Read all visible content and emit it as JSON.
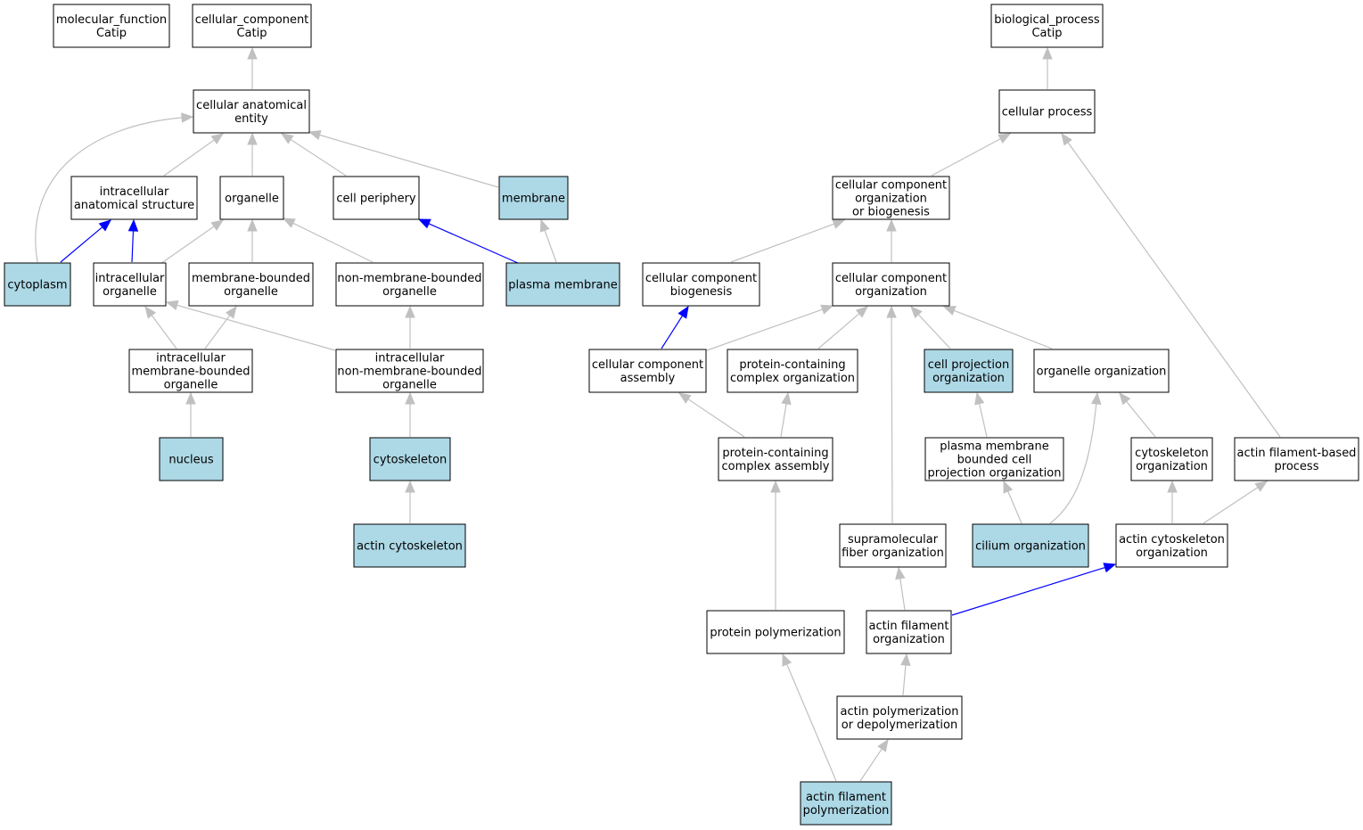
{
  "graph": {
    "colors": {
      "plain_fill": "#ffffff",
      "highlight_fill": "#add8e6",
      "edge_gray": "#c0c0c0",
      "edge_blue": "#0000ff"
    },
    "nodes": [
      {
        "id": "mf_catip",
        "lines": [
          "molecular_function",
          "Catip"
        ],
        "highlight": false
      },
      {
        "id": "cc_catip",
        "lines": [
          "cellular_component",
          "Catip"
        ],
        "highlight": false
      },
      {
        "id": "bp_catip",
        "lines": [
          "biological_process",
          "Catip"
        ],
        "highlight": false
      },
      {
        "id": "cae",
        "lines": [
          "cellular anatomical",
          "entity"
        ],
        "highlight": false
      },
      {
        "id": "cell_process",
        "lines": [
          "cellular process"
        ],
        "highlight": false
      },
      {
        "id": "ias",
        "lines": [
          "intracellular",
          "anatomical structure"
        ],
        "highlight": false
      },
      {
        "id": "organelle",
        "lines": [
          "organelle"
        ],
        "highlight": false
      },
      {
        "id": "cell_periphery",
        "lines": [
          "cell periphery"
        ],
        "highlight": false
      },
      {
        "id": "membrane",
        "lines": [
          "membrane"
        ],
        "highlight": true
      },
      {
        "id": "ccob",
        "lines": [
          "cellular component",
          "organization",
          "or biogenesis"
        ],
        "highlight": false
      },
      {
        "id": "cytoplasm",
        "lines": [
          "cytoplasm"
        ],
        "highlight": true
      },
      {
        "id": "intra_org",
        "lines": [
          "intracellular",
          "organelle"
        ],
        "highlight": false
      },
      {
        "id": "mbo",
        "lines": [
          "membrane-bounded",
          "organelle"
        ],
        "highlight": false
      },
      {
        "id": "nmbo",
        "lines": [
          "non-membrane-bounded",
          "organelle"
        ],
        "highlight": false
      },
      {
        "id": "plasma_membrane",
        "lines": [
          "plasma membrane"
        ],
        "highlight": true
      },
      {
        "id": "ccb",
        "lines": [
          "cellular component",
          "biogenesis"
        ],
        "highlight": false
      },
      {
        "id": "cco",
        "lines": [
          "cellular component",
          "organization"
        ],
        "highlight": false
      },
      {
        "id": "imbo",
        "lines": [
          "intracellular",
          "membrane-bounded",
          "organelle"
        ],
        "highlight": false
      },
      {
        "id": "inmbo",
        "lines": [
          "intracellular",
          "non-membrane-bounded",
          "organelle"
        ],
        "highlight": false
      },
      {
        "id": "cca",
        "lines": [
          "cellular component",
          "assembly"
        ],
        "highlight": false
      },
      {
        "id": "pcco",
        "lines": [
          "protein-containing",
          "complex organization"
        ],
        "highlight": false
      },
      {
        "id": "cpo",
        "lines": [
          "cell projection",
          "organization"
        ],
        "highlight": true
      },
      {
        "id": "oo",
        "lines": [
          "organelle organization"
        ],
        "highlight": false
      },
      {
        "id": "nucleus",
        "lines": [
          "nucleus"
        ],
        "highlight": true
      },
      {
        "id": "cytoskeleton",
        "lines": [
          "cytoskeleton"
        ],
        "highlight": true
      },
      {
        "id": "pcca",
        "lines": [
          "protein-containing",
          "complex assembly"
        ],
        "highlight": false
      },
      {
        "id": "pmbcpo",
        "lines": [
          "plasma membrane",
          "bounded cell",
          "projection organization"
        ],
        "highlight": false
      },
      {
        "id": "csko",
        "lines": [
          "cytoskeleton",
          "organization"
        ],
        "highlight": false
      },
      {
        "id": "afbp",
        "lines": [
          "actin filament-based",
          "process"
        ],
        "highlight": false
      },
      {
        "id": "actin_cytoskeleton",
        "lines": [
          "actin cytoskeleton"
        ],
        "highlight": true
      },
      {
        "id": "sfo",
        "lines": [
          "supramolecular",
          "fiber organization"
        ],
        "highlight": false
      },
      {
        "id": "cilium_org",
        "lines": [
          "cilium organization"
        ],
        "highlight": true
      },
      {
        "id": "acso",
        "lines": [
          "actin cytoskeleton",
          "organization"
        ],
        "highlight": false
      },
      {
        "id": "protein_poly",
        "lines": [
          "protein polymerization"
        ],
        "highlight": false
      },
      {
        "id": "afo",
        "lines": [
          "actin filament",
          "organization"
        ],
        "highlight": false
      },
      {
        "id": "apd",
        "lines": [
          "actin polymerization",
          "or depolymerization"
        ],
        "highlight": false
      },
      {
        "id": "afp",
        "lines": [
          "actin filament",
          "polymerization"
        ],
        "highlight": true
      }
    ],
    "edges": [
      {
        "from": "cae",
        "to": "cc_catip",
        "kind": "gray"
      },
      {
        "from": "cell_process",
        "to": "bp_catip",
        "kind": "gray"
      },
      {
        "from": "ias",
        "to": "cae",
        "kind": "gray"
      },
      {
        "from": "organelle",
        "to": "cae",
        "kind": "gray"
      },
      {
        "from": "cell_periphery",
        "to": "cae",
        "kind": "gray"
      },
      {
        "from": "membrane",
        "to": "cae",
        "kind": "gray"
      },
      {
        "from": "cytoplasm",
        "to": "cae",
        "kind": "gray"
      },
      {
        "from": "cytoplasm",
        "to": "ias",
        "kind": "blue"
      },
      {
        "from": "intra_org",
        "to": "ias",
        "kind": "blue"
      },
      {
        "from": "intra_org",
        "to": "organelle",
        "kind": "gray"
      },
      {
        "from": "mbo",
        "to": "organelle",
        "kind": "gray"
      },
      {
        "from": "nmbo",
        "to": "organelle",
        "kind": "gray"
      },
      {
        "from": "plasma_membrane",
        "to": "cell_periphery",
        "kind": "blue"
      },
      {
        "from": "plasma_membrane",
        "to": "membrane",
        "kind": "gray"
      },
      {
        "from": "imbo",
        "to": "intra_org",
        "kind": "gray"
      },
      {
        "from": "imbo",
        "to": "mbo",
        "kind": "gray"
      },
      {
        "from": "inmbo",
        "to": "intra_org",
        "kind": "gray"
      },
      {
        "from": "inmbo",
        "to": "nmbo",
        "kind": "gray"
      },
      {
        "from": "nucleus",
        "to": "imbo",
        "kind": "gray"
      },
      {
        "from": "cytoskeleton",
        "to": "inmbo",
        "kind": "gray"
      },
      {
        "from": "actin_cytoskeleton",
        "to": "cytoskeleton",
        "kind": "gray"
      },
      {
        "from": "ccob",
        "to": "cell_process",
        "kind": "gray"
      },
      {
        "from": "ccb",
        "to": "ccob",
        "kind": "gray"
      },
      {
        "from": "cco",
        "to": "ccob",
        "kind": "gray"
      },
      {
        "from": "cca",
        "to": "ccb",
        "kind": "blue"
      },
      {
        "from": "cca",
        "to": "cco",
        "kind": "gray"
      },
      {
        "from": "pcco",
        "to": "cco",
        "kind": "gray"
      },
      {
        "from": "cpo",
        "to": "cco",
        "kind": "gray"
      },
      {
        "from": "oo",
        "to": "cco",
        "kind": "gray"
      },
      {
        "from": "sfo",
        "to": "cco",
        "kind": "gray"
      },
      {
        "from": "pcca",
        "to": "cca",
        "kind": "gray"
      },
      {
        "from": "pcca",
        "to": "pcco",
        "kind": "gray"
      },
      {
        "from": "pmbcpo",
        "to": "cpo",
        "kind": "gray"
      },
      {
        "from": "csko",
        "to": "oo",
        "kind": "gray"
      },
      {
        "from": "cilium_org",
        "to": "pmbcpo",
        "kind": "gray"
      },
      {
        "from": "cilium_org",
        "to": "oo",
        "kind": "gray"
      },
      {
        "from": "acso",
        "to": "csko",
        "kind": "gray"
      },
      {
        "from": "acso",
        "to": "afbp",
        "kind": "gray"
      },
      {
        "from": "afbp",
        "to": "cell_process",
        "kind": "gray"
      },
      {
        "from": "protein_poly",
        "to": "pcca",
        "kind": "gray"
      },
      {
        "from": "afo",
        "to": "sfo",
        "kind": "gray"
      },
      {
        "from": "afo",
        "to": "acso",
        "kind": "blue"
      },
      {
        "from": "apd",
        "to": "afo",
        "kind": "gray"
      },
      {
        "from": "afp",
        "to": "apd",
        "kind": "gray"
      },
      {
        "from": "afp",
        "to": "protein_poly",
        "kind": "gray"
      }
    ]
  }
}
